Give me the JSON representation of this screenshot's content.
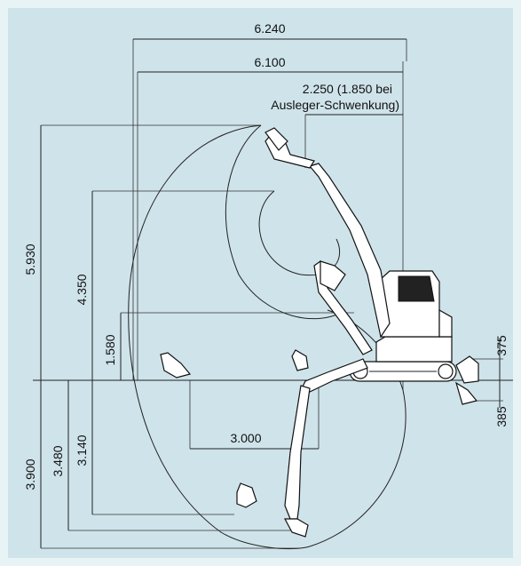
{
  "dimensions": {
    "top_width_1": "6.240",
    "top_width_2": "6.100",
    "swing_radius": "2.250 (1.850 bei",
    "swing_radius_2": "Ausleger-Schwenkung)",
    "max_height": "5.930",
    "dump_height": "4.350",
    "blade_lift_height": "1.580",
    "blade_up": "375",
    "blade_down": "385",
    "vertical_wall_depth": "3.000",
    "dig_depth_1": "3.900",
    "dig_depth_2": "3.480",
    "dig_depth_3": "3.140"
  }
}
